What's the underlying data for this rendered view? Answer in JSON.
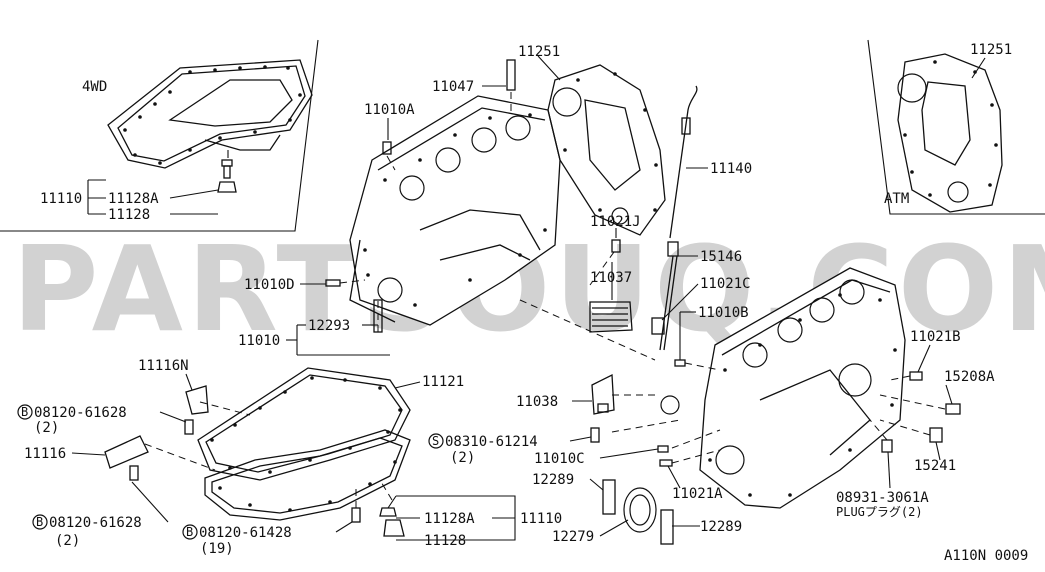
{
  "watermark": "PARTSOUQ.COM",
  "diagram_code": "A110N 0009",
  "inset_4wd": {
    "title": "4WD",
    "labels": [
      "11110",
      "11128A",
      "11128"
    ]
  },
  "inset_atm": {
    "title": "ATM",
    "part": "11251"
  },
  "labels": {
    "p11251": "11251",
    "p11047": "11047",
    "p11010A": "11010A",
    "p11140": "11140",
    "p11021J": "11021J",
    "p15146": "15146",
    "p11037": "11037",
    "p11021C": "11021C",
    "p11010B": "11010B",
    "p11010D": "11010D",
    "p11010": "11010",
    "p12293": "12293",
    "p11021B": "11021B",
    "p15208A": "15208A",
    "p11116N": "11116N",
    "p11121": "11121",
    "p11038": "11038",
    "p11010C": "11010C",
    "p11021A": "11021A",
    "p15241": "15241",
    "p11116": "11116",
    "p12289a": "12289",
    "p12289b": "12289",
    "p12279": "12279",
    "p11128A": "11128A",
    "p11128": "11128",
    "p11110": "11110"
  },
  "bolts": {
    "b1": {
      "code": "08120-61628",
      "prefix": "B",
      "qty": "(2)"
    },
    "b2": {
      "code": "08120-61628",
      "prefix": "B",
      "qty": "(2)"
    },
    "b3": {
      "code": "08120-61428",
      "prefix": "B",
      "qty": "(19)"
    },
    "s1": {
      "code": "08310-61214",
      "prefix": "S",
      "qty": "(2)"
    },
    "plug": {
      "code": "08931-3061A",
      "note": "PLUGプラグ(2)"
    }
  }
}
